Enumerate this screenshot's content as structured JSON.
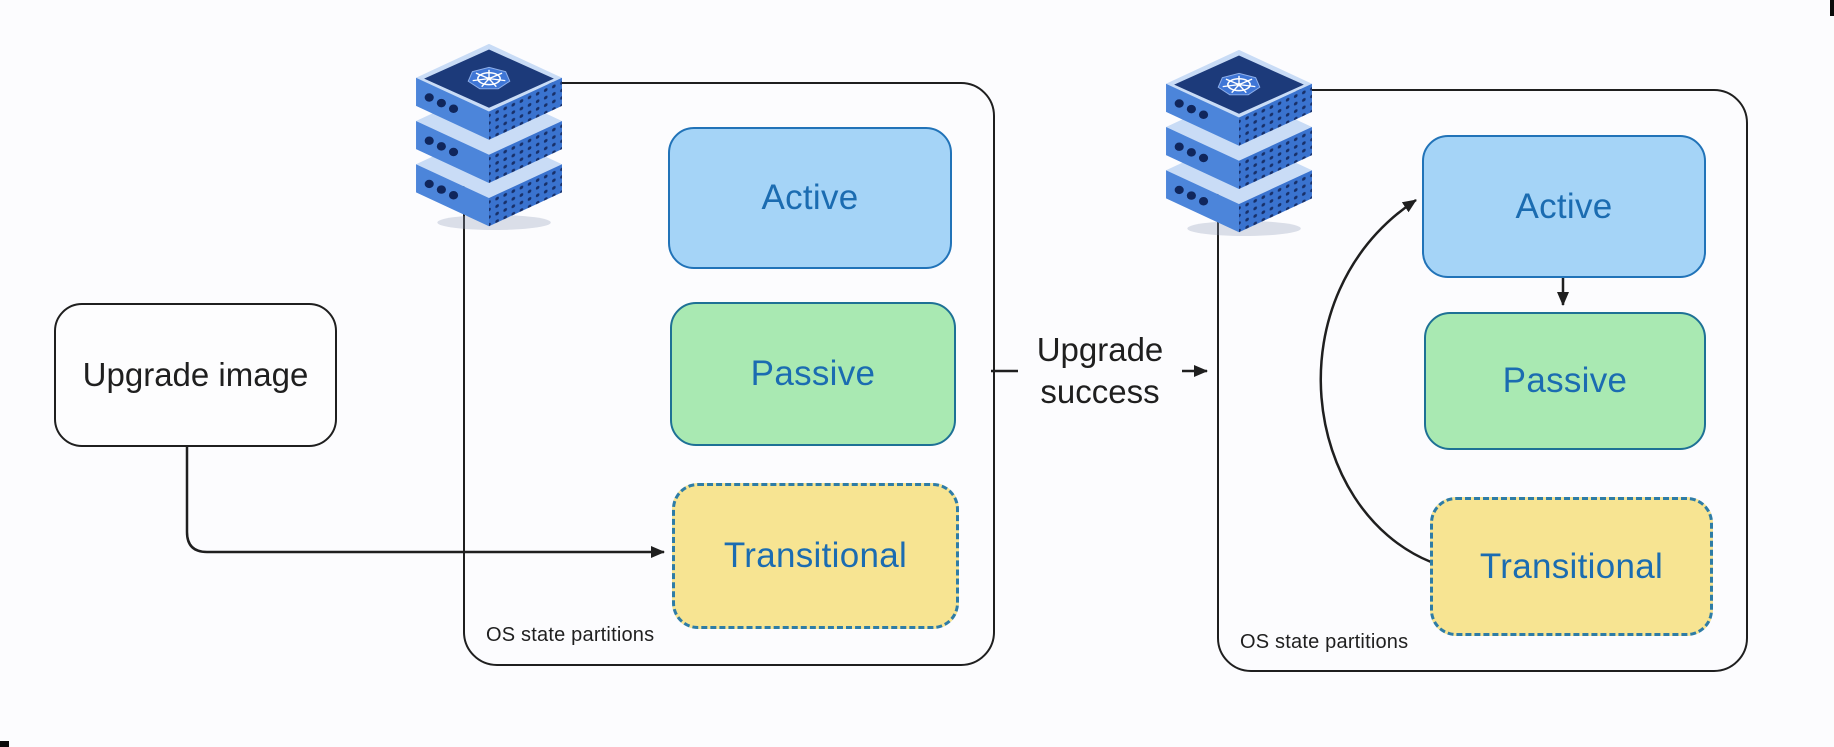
{
  "colors": {
    "background": "#fcfcfe",
    "line": "#1f1f1f",
    "state_text": "#1b6cb1",
    "active_fill": "#a5d4f7",
    "active_border": "#2173b8",
    "passive_fill": "#a9e9b2",
    "passive_border": "#1e7195",
    "transitional_fill": "#f7e492",
    "transitional_border": "#2e7ca6"
  },
  "upgrade_image_label": "Upgrade image",
  "upgrade_success": {
    "line1": "Upgrade",
    "line2": "success"
  },
  "panels": {
    "left": {
      "caption": "OS state partitions",
      "active": "Active",
      "passive": "Passive",
      "transitional": "Transitional"
    },
    "right": {
      "caption": "OS state partitions",
      "active": "Active",
      "passive": "Passive",
      "transitional": "Transitional"
    }
  },
  "icons": {
    "left": "kubernetes-server-stack",
    "right": "kubernetes-server-stack"
  }
}
